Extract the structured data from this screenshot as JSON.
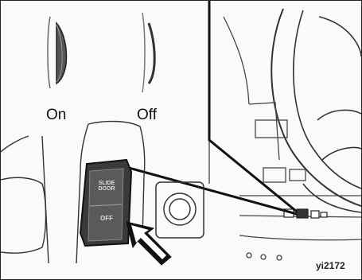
{
  "labels": {
    "on": "On",
    "off": "Off"
  },
  "figure_code": "yi2172",
  "switch_face": {
    "upper_text": "SLIDE DOOR",
    "lower_text": "OFF"
  }
}
